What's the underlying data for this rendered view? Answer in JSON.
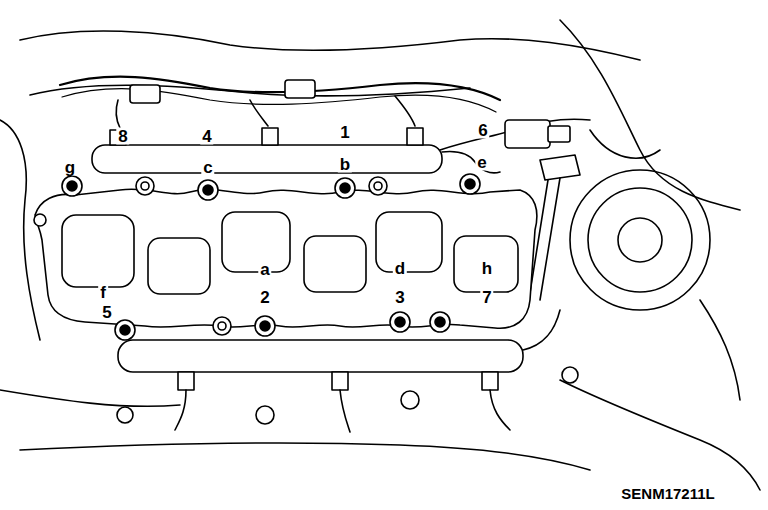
{
  "diagram": {
    "labels": [
      "8",
      "4",
      "1",
      "6",
      "g",
      "c",
      "b",
      "e",
      "a",
      "d",
      "h",
      "f",
      "5",
      "2",
      "3",
      "7",
      "SENM17211L"
    ]
  }
}
